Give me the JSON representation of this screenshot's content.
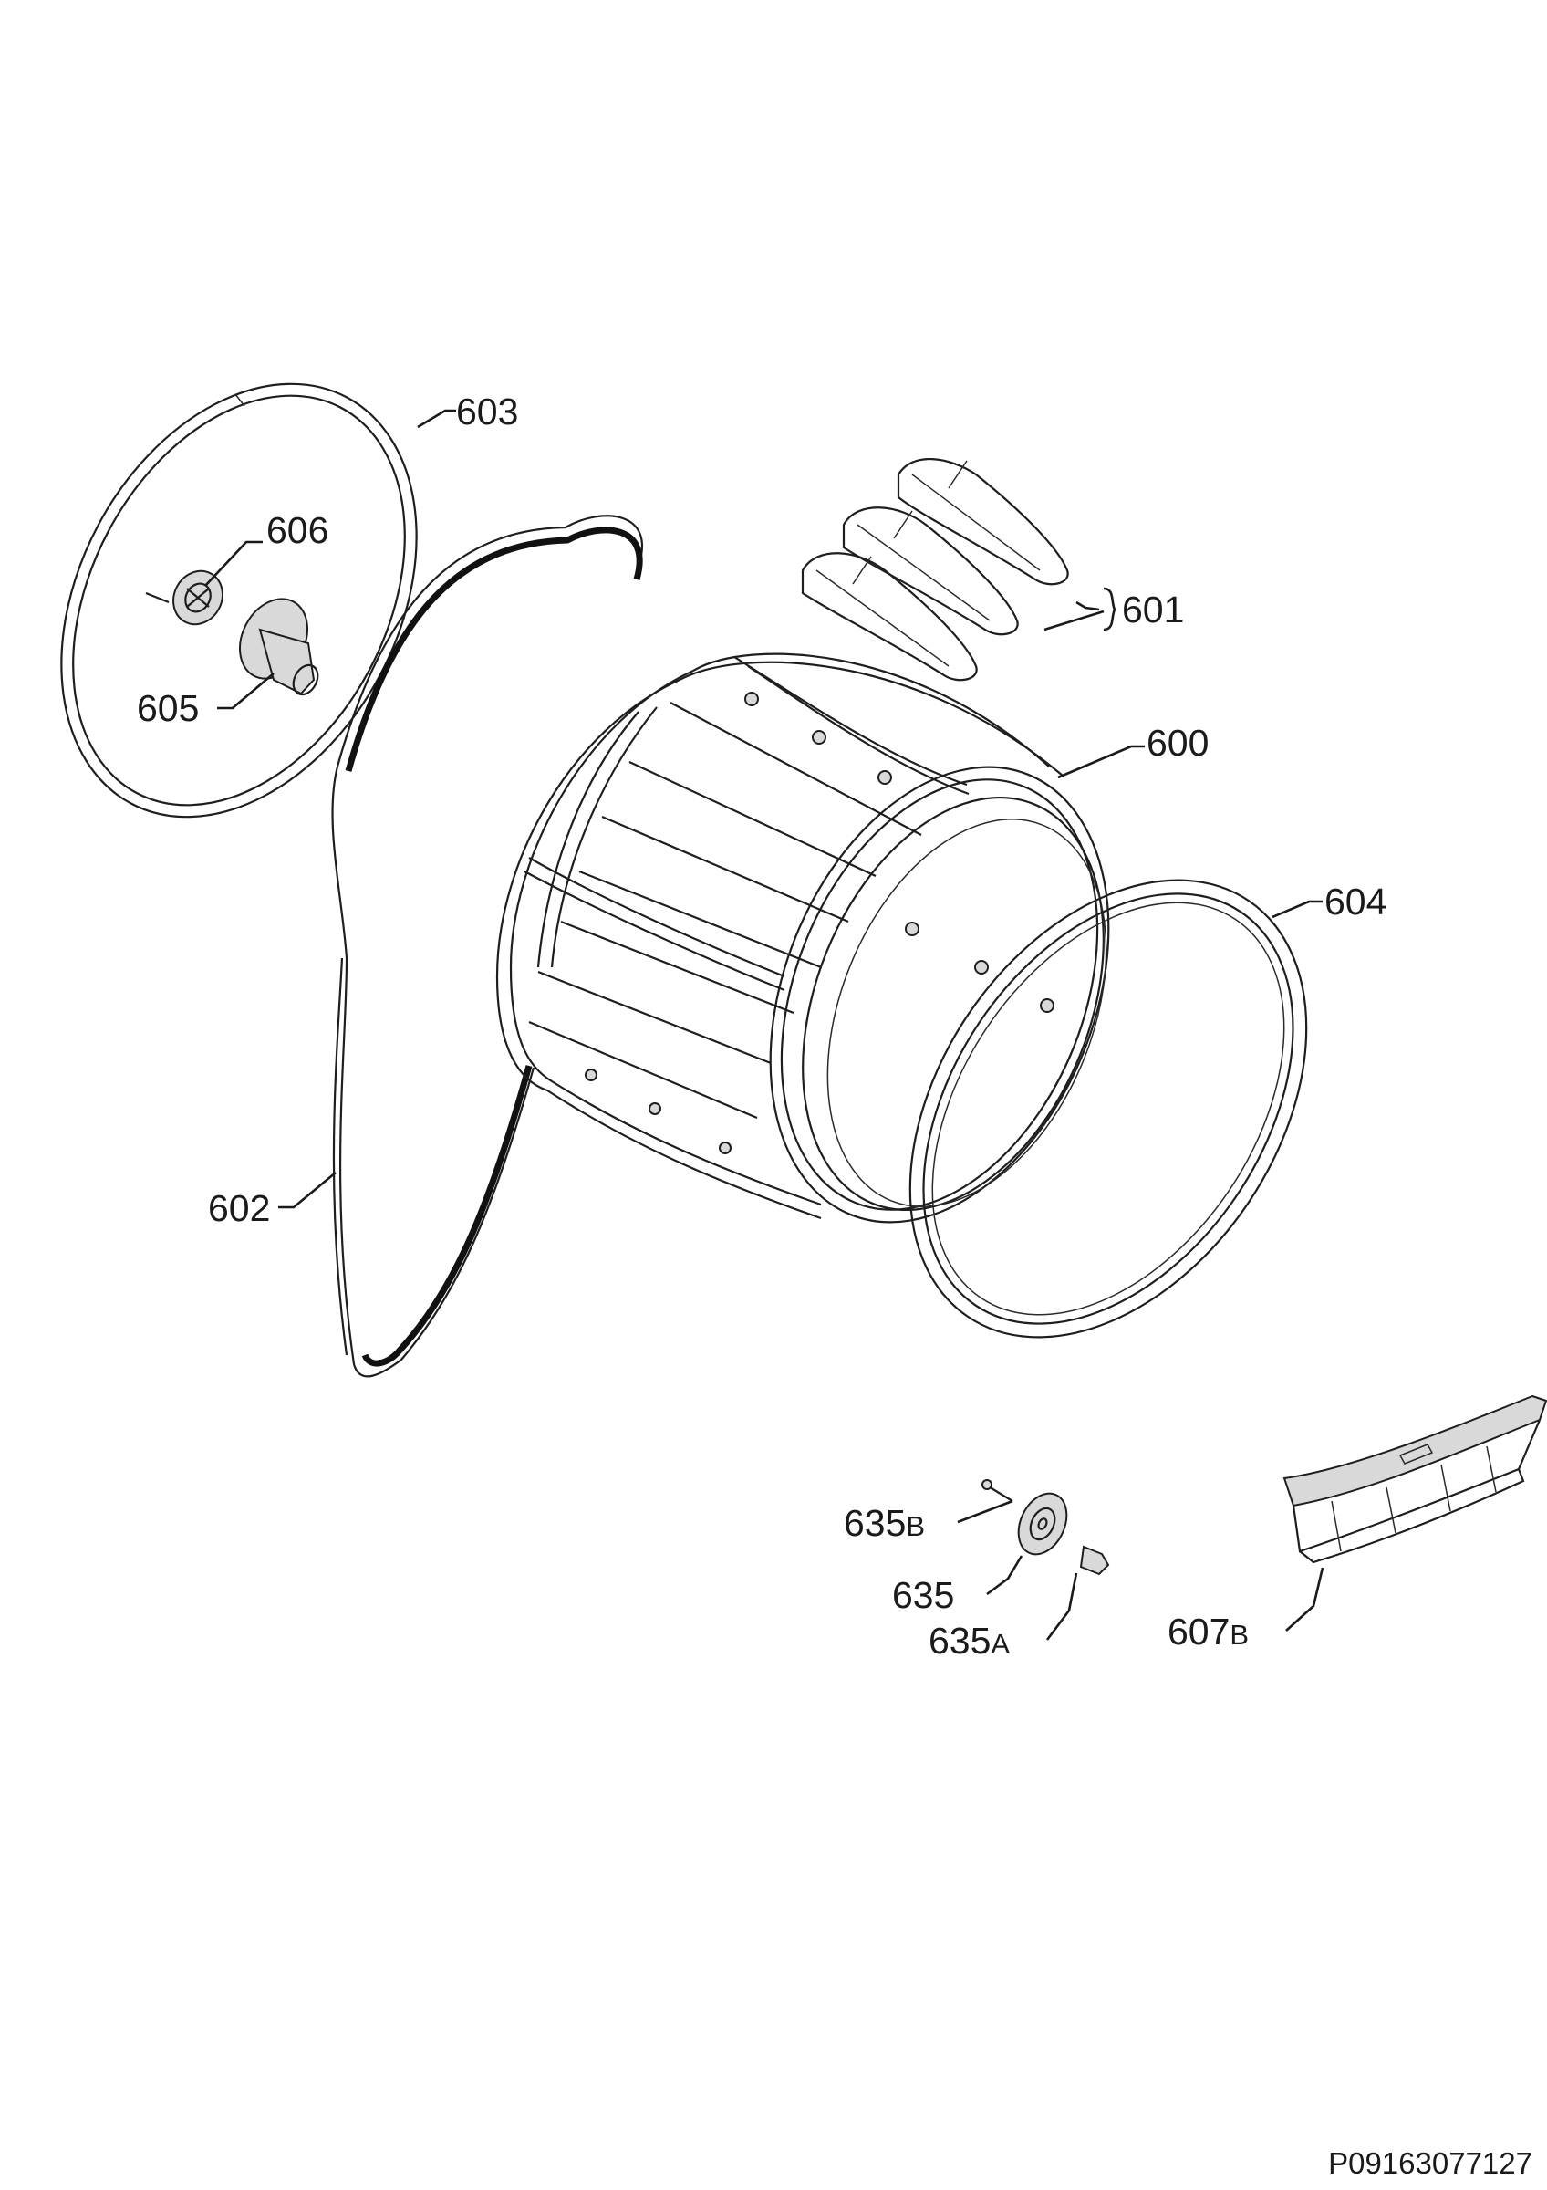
{
  "diagram": {
    "reference_code": "P09163077127",
    "callouts": [
      {
        "id": "603",
        "main": "603",
        "suffix": ""
      },
      {
        "id": "606",
        "main": "606",
        "suffix": ""
      },
      {
        "id": "605",
        "main": "605",
        "suffix": ""
      },
      {
        "id": "601",
        "main": "601",
        "suffix": ""
      },
      {
        "id": "600",
        "main": "600",
        "suffix": ""
      },
      {
        "id": "604",
        "main": "604",
        "suffix": ""
      },
      {
        "id": "602",
        "main": "602",
        "suffix": ""
      },
      {
        "id": "635B",
        "main": "635",
        "suffix": "B"
      },
      {
        "id": "635",
        "main": "635",
        "suffix": ""
      },
      {
        "id": "635A",
        "main": "635",
        "suffix": "A"
      },
      {
        "id": "607B",
        "main": "607",
        "suffix": "B"
      }
    ]
  }
}
